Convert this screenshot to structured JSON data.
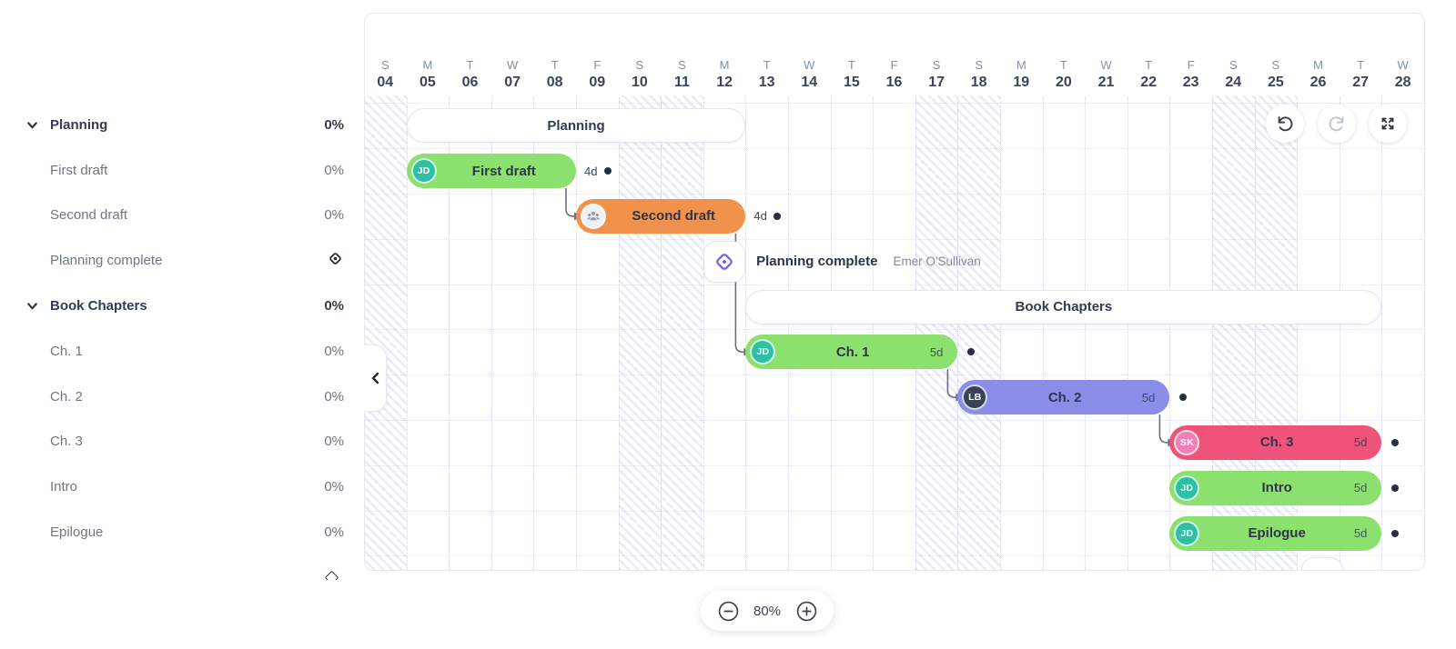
{
  "colors": {
    "green": "#8ce06d",
    "orange": "#f1924c",
    "purple": "#8a8ee9",
    "pink": "#f0527a",
    "milestone_purple": "#7b58f2",
    "link_gray": "#66707e",
    "dot_dark": "#272e40",
    "weekend_stripe": "#d3ddf3",
    "avatar_jd": "#2fc0a4",
    "avatar_lb": "#3a4356",
    "avatar_sk": "#f07fb7"
  },
  "sidebar": {
    "rows": [
      {
        "label": "Planning",
        "value": "0%",
        "type": "parent"
      },
      {
        "label": "First draft",
        "value": "0%",
        "type": "child"
      },
      {
        "label": "Second draft",
        "value": "0%",
        "type": "child"
      },
      {
        "label": "Planning complete",
        "value": "",
        "type": "child-milestone"
      },
      {
        "label": "Book Chapters",
        "value": "0%",
        "type": "parent"
      },
      {
        "label": "Ch. 1",
        "value": "0%",
        "type": "child"
      },
      {
        "label": "Ch. 2",
        "value": "0%",
        "type": "child"
      },
      {
        "label": "Ch. 3",
        "value": "0%",
        "type": "child"
      },
      {
        "label": "Intro",
        "value": "0%",
        "type": "child"
      },
      {
        "label": "Epilogue",
        "value": "0%",
        "type": "child"
      }
    ],
    "partial_milestone_row": true
  },
  "timeline": {
    "days": [
      {
        "dow": "S",
        "date": "04",
        "weekend": true
      },
      {
        "dow": "M",
        "date": "05",
        "weekend": false
      },
      {
        "dow": "T",
        "date": "06",
        "weekend": false
      },
      {
        "dow": "W",
        "date": "07",
        "weekend": false
      },
      {
        "dow": "T",
        "date": "08",
        "weekend": false
      },
      {
        "dow": "F",
        "date": "09",
        "weekend": false
      },
      {
        "dow": "S",
        "date": "10",
        "weekend": true
      },
      {
        "dow": "S",
        "date": "11",
        "weekend": true
      },
      {
        "dow": "M",
        "date": "12",
        "weekend": false
      },
      {
        "dow": "T",
        "date": "13",
        "weendkey": false,
        "weekend": false
      },
      {
        "dow": "W",
        "date": "14",
        "weekend": false
      },
      {
        "dow": "T",
        "date": "15",
        "weekend": false
      },
      {
        "dow": "F",
        "date": "16",
        "weekend": false
      },
      {
        "dow": "S",
        "date": "17",
        "weekend": true
      },
      {
        "dow": "S",
        "date": "18",
        "weekend": true
      },
      {
        "dow": "M",
        "date": "19",
        "weekend": false
      },
      {
        "dow": "T",
        "date": "20",
        "weekend": false
      },
      {
        "dow": "W",
        "date": "21",
        "weekend": false
      },
      {
        "dow": "T",
        "date": "22",
        "weekend": false
      },
      {
        "dow": "F",
        "date": "23",
        "weekend": false
      },
      {
        "dow": "S",
        "date": "24",
        "weekend": true
      },
      {
        "dow": "S",
        "date": "25",
        "weekend": true
      },
      {
        "dow": "M",
        "date": "26",
        "weekend": false
      },
      {
        "dow": "T",
        "date": "27",
        "weekend": false
      },
      {
        "dow": "W",
        "date": "28",
        "weekend": false
      }
    ]
  },
  "chart_data": {
    "type": "gantt",
    "tasks": [
      {
        "id": "planning",
        "name": "Planning",
        "kind": "summary",
        "row": 0,
        "start": 1,
        "days": 8,
        "progress": "0%"
      },
      {
        "id": "first-draft",
        "name": "First draft",
        "kind": "task",
        "color": "green",
        "avatar": "JD",
        "row": 1,
        "start": 1,
        "days": 4,
        "duration": "4d",
        "label_pos": "outside",
        "progress": "0%"
      },
      {
        "id": "second-draft",
        "name": "Second draft",
        "kind": "task",
        "color": "orange",
        "avatar": "group",
        "row": 2,
        "start": 5,
        "days": 4,
        "duration": "4d",
        "label_pos": "outside",
        "progress": "0%"
      },
      {
        "id": "planning-complete",
        "name": "Planning complete",
        "kind": "milestone",
        "row": 3,
        "day": 8,
        "assignee": "Emer O'Sullivan"
      },
      {
        "id": "book-chapters",
        "name": "Book Chapters",
        "kind": "summary",
        "row": 4,
        "start": 9,
        "days": 15,
        "progress": "0%"
      },
      {
        "id": "ch1",
        "name": "Ch. 1",
        "kind": "task",
        "color": "green",
        "avatar": "JD",
        "row": 5,
        "start": 9,
        "days": 5,
        "duration": "5d",
        "label_pos": "inside",
        "progress": "0%"
      },
      {
        "id": "ch2",
        "name": "Ch. 2",
        "kind": "task",
        "color": "purple",
        "avatar": "LB",
        "row": 6,
        "start": 14,
        "days": 5,
        "duration": "5d",
        "label_pos": "inside",
        "progress": "0%"
      },
      {
        "id": "ch3",
        "name": "Ch. 3",
        "kind": "task",
        "color": "pink",
        "avatar": "SK",
        "row": 7,
        "start": 19,
        "days": 5,
        "duration": "5d",
        "label_pos": "inside",
        "progress": "0%"
      },
      {
        "id": "intro",
        "name": "Intro",
        "kind": "task",
        "color": "green",
        "avatar": "JD",
        "row": 8,
        "start": 19,
        "days": 5,
        "duration": "5d",
        "label_pos": "inside",
        "progress": "0%"
      },
      {
        "id": "epilogue",
        "name": "Epilogue",
        "kind": "task",
        "color": "green",
        "avatar": "JD",
        "row": 9,
        "start": 19,
        "days": 5,
        "duration": "5d",
        "label_pos": "inside",
        "progress": "0%"
      },
      {
        "id": "partial-milestone",
        "name": "",
        "kind": "milestone",
        "row": 10,
        "day": 22.1,
        "partial": true
      }
    ],
    "links": [
      {
        "from": "first-draft",
        "to": "second-draft"
      },
      {
        "from": "second-draft",
        "to": "ch1"
      },
      {
        "from": "ch1",
        "to": "ch2"
      },
      {
        "from": "ch2",
        "to": "ch3"
      }
    ]
  },
  "avatars": {
    "JD": {
      "initials": "JD",
      "bg": "#2fc0a4"
    },
    "LB": {
      "initials": "LB",
      "bg": "#3a4356"
    },
    "SK": {
      "initials": "SK",
      "bg": "#f07fb7"
    }
  },
  "actions": {
    "undo": "undo",
    "redo": "redo",
    "fullscreen": "fullscreen"
  },
  "zoombar": {
    "value": "80%"
  },
  "collapse_handle": {
    "direction": "left"
  }
}
